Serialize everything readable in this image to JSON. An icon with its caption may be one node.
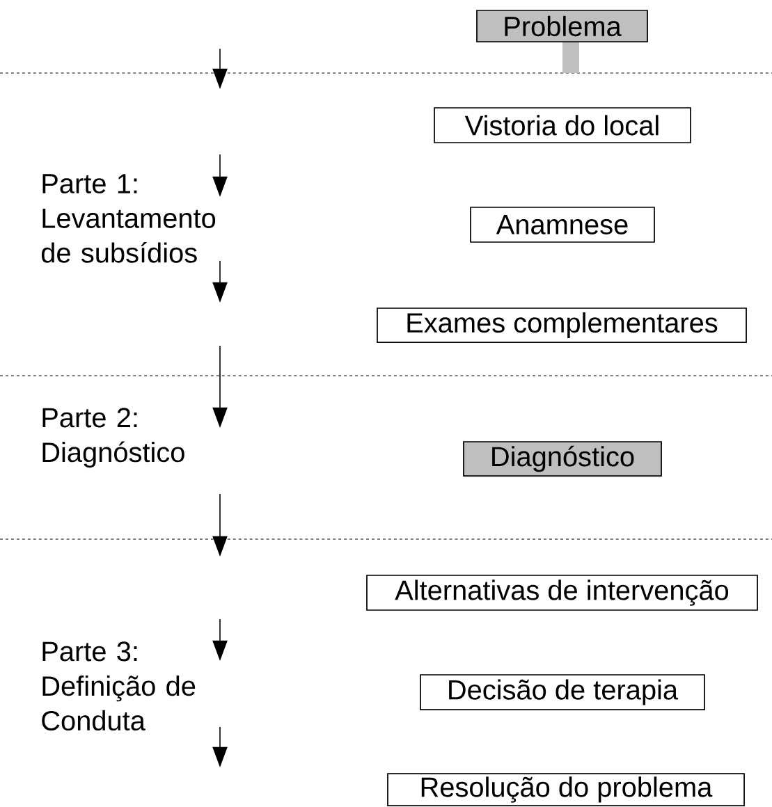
{
  "diagram": {
    "nodes": [
      {
        "text": [
          "Problema"
        ]
      },
      {
        "text": [
          "Vistoria do local"
        ]
      },
      {
        "text": [
          "Anamnese"
        ]
      },
      {
        "text": [
          "Exames complementares"
        ]
      },
      {
        "text": [
          "Diagnóstico"
        ]
      },
      {
        "text": [
          "Alternativas de intervenção"
        ]
      },
      {
        "text": [
          "Decisão de terapia"
        ]
      },
      {
        "text": [
          "Resolução do problema"
        ]
      }
    ],
    "labels": [
      "Parte 1: Levantamento de subsídios",
      "Parte 2: Diagnóstico",
      "Parte 3: Definição de Conduta"
    ]
  }
}
